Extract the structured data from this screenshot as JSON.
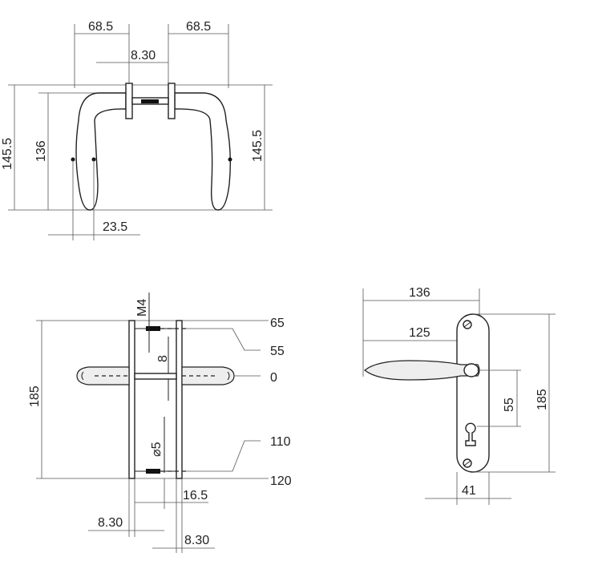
{
  "top_view": {
    "dim_left_handle": "68.5",
    "dim_right_handle": "68.5",
    "dim_spindle": "8.30",
    "dim_height_outer": "145.5",
    "dim_height_inner": "136",
    "dim_height_right": "145.5",
    "dim_grip": "23.5"
  },
  "side_view": {
    "dim_thread": "M4",
    "dim_bolt": "8",
    "dim_total": "185",
    "dim_hole": "⌀5",
    "dim_plate": "16.5",
    "dim_spindle_left": "8.30",
    "dim_spindle_right": "8.30",
    "positions": [
      "65",
      "55",
      "0",
      "110",
      "120"
    ]
  },
  "front_view": {
    "dim_width": "136",
    "dim_lever": "125",
    "dim_backset": "55",
    "dim_height": "185",
    "dim_plate_width": "41"
  }
}
